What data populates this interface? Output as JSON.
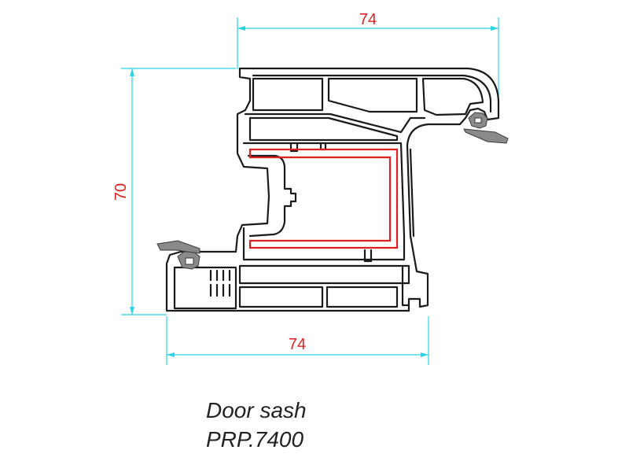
{
  "dimensions": {
    "top_width": "74",
    "bottom_width": "74",
    "height": "70"
  },
  "caption": {
    "name": "Door sash",
    "code": "PRP.7400"
  },
  "colors": {
    "profile": "#1a1a1a",
    "dimension": "#29d3e6",
    "dimension_text": "#e02020",
    "reinforcement": "#e02020",
    "gasket": "#8a8a8a"
  }
}
